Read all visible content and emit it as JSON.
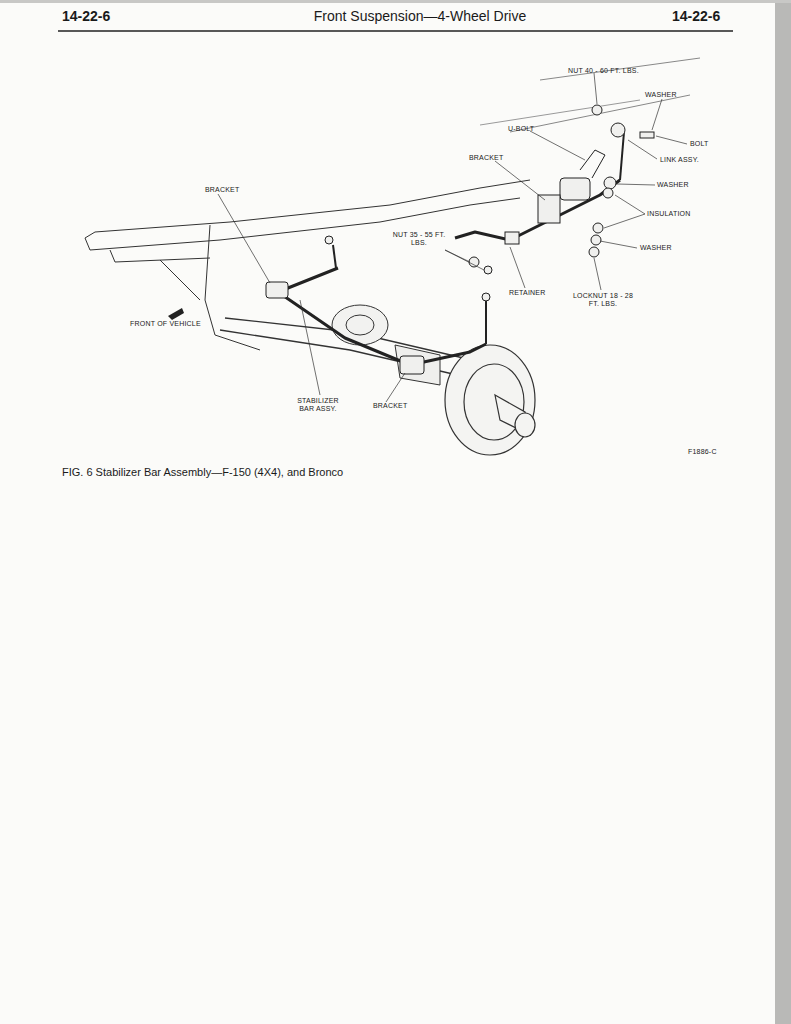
{
  "diagram": {
    "title": "Front Suspension—4-Wheel Drive",
    "caption": "FIG. 6 Stabilizer Bar Assembly—F-150 (4X4), and Bronco",
    "labels": [
      "14-22-6",
      "14-22-6",
      "NUT 40 - 60 FT. LBS.",
      "WASHER",
      "BOLT",
      "LINK ASSY.",
      "WASHER",
      "INSULATION",
      "WASHER",
      "LOCKNUT 18 - 28 FT. LBS.",
      "RETAINER",
      "NUT 35 - 55 FT. LBS.",
      "U-BOLT",
      "BRACKET",
      "BRACKET",
      "FRONT OF VEHICLE",
      "STABILIZER BAR ASSY.",
      "BRACKET",
      "F1886-C"
    ]
  }
}
